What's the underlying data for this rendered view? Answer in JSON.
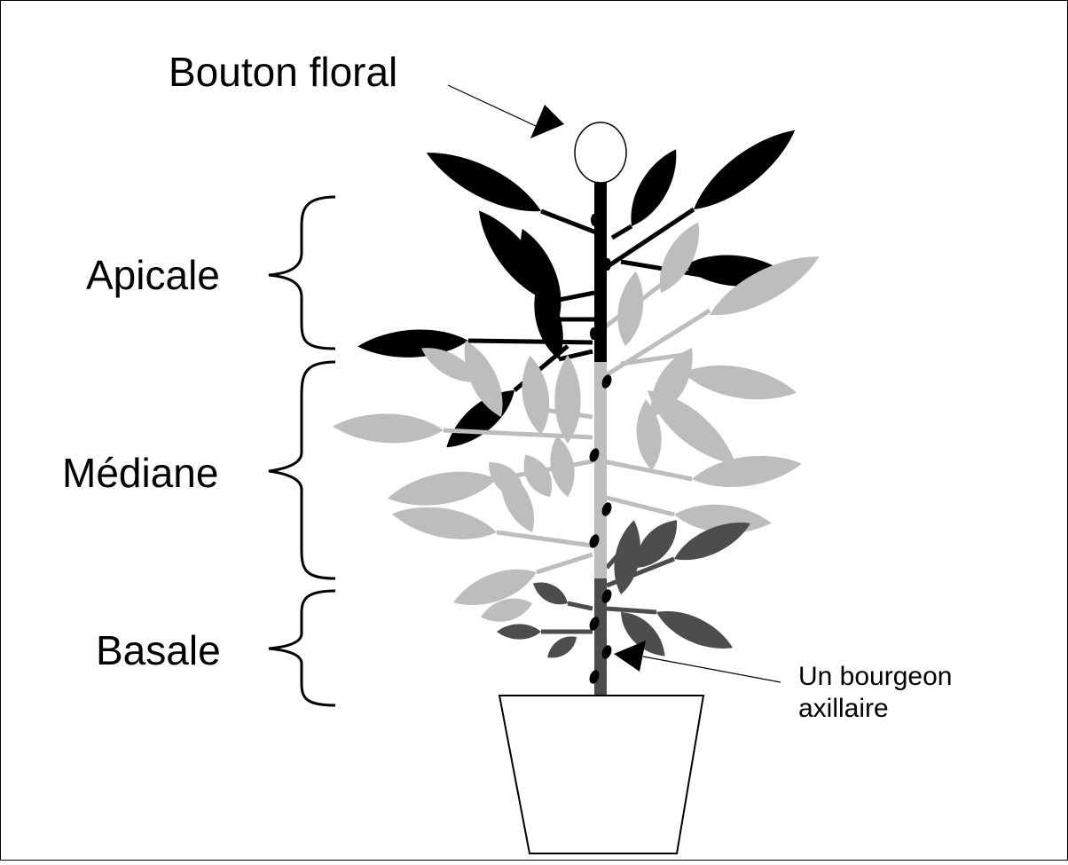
{
  "labels": {
    "flower_bud": "Bouton floral",
    "apical": "Apicale",
    "median": "Médiane",
    "basal": "Basale",
    "axillary_bud_line1": "Un bourgeon",
    "axillary_bud_line2": "axillaire"
  },
  "colors": {
    "apical_zone": "#000000",
    "median_zone": "#bdbdbd",
    "basal_zone": "#4d4d4d",
    "bud": "#000000",
    "pot": "#ffffff"
  }
}
